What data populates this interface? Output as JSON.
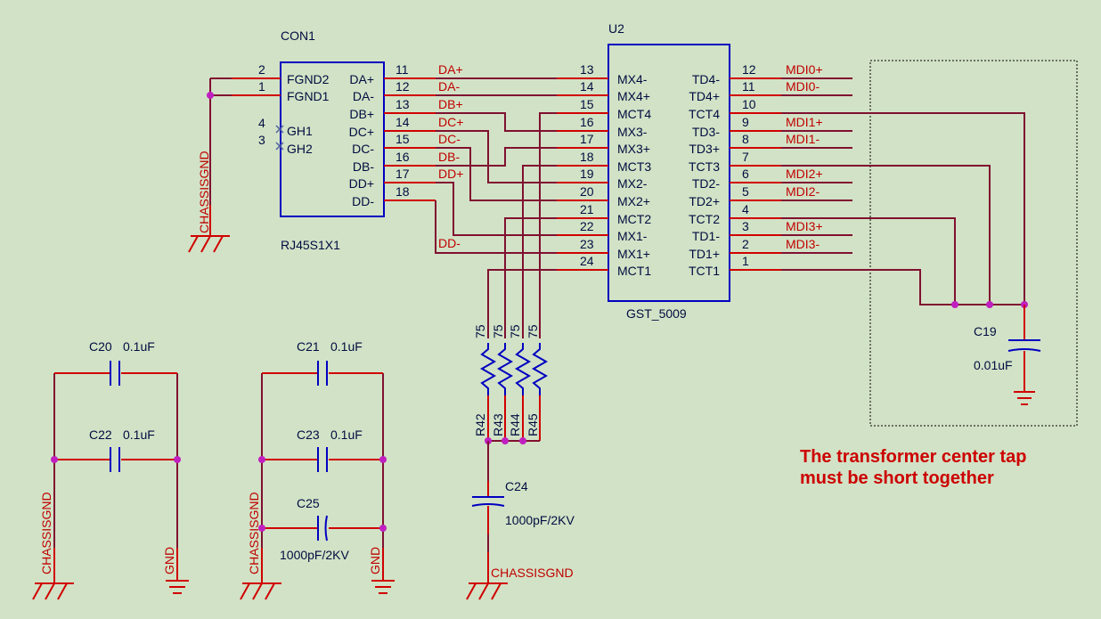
{
  "con1": {
    "designator": "CON1",
    "part": "RJ45S1X1",
    "pins": [
      {
        "num": "2",
        "name": "FGND2"
      },
      {
        "num": "1",
        "name": "FGND1"
      },
      {
        "num": "4",
        "name": "GH1"
      },
      {
        "num": "3",
        "name": "GH2"
      },
      {
        "num": "11",
        "name": "DA+",
        "net": "DA+"
      },
      {
        "num": "12",
        "name": "DA-",
        "net": "DA-"
      },
      {
        "num": "13",
        "name": "DB+",
        "net": "DB+"
      },
      {
        "num": "14",
        "name": "DC+",
        "net": "DC+"
      },
      {
        "num": "15",
        "name": "DC-",
        "net": "DC-"
      },
      {
        "num": "16",
        "name": "DB-",
        "net": "DB-"
      },
      {
        "num": "17",
        "name": "DD+",
        "net": "DD+"
      },
      {
        "num": "18",
        "name": "DD-",
        "net": "DD-"
      }
    ]
  },
  "u2": {
    "designator": "U2",
    "part": "GST_5009",
    "left_pins": [
      {
        "num": "13",
        "name": "MX4-"
      },
      {
        "num": "14",
        "name": "MX4+"
      },
      {
        "num": "15",
        "name": "MCT4"
      },
      {
        "num": "16",
        "name": "MX3-"
      },
      {
        "num": "17",
        "name": "MX3+"
      },
      {
        "num": "18",
        "name": "MCT3"
      },
      {
        "num": "19",
        "name": "MX2-"
      },
      {
        "num": "20",
        "name": "MX2+"
      },
      {
        "num": "21",
        "name": "MCT2"
      },
      {
        "num": "22",
        "name": "MX1-"
      },
      {
        "num": "23",
        "name": "MX1+"
      },
      {
        "num": "24",
        "name": "MCT1"
      }
    ],
    "right_pins": [
      {
        "num": "12",
        "name": "TD4-",
        "net": "MDI0+"
      },
      {
        "num": "11",
        "name": "TD4+",
        "net": "MDI0-"
      },
      {
        "num": "10",
        "name": "TCT4",
        "net": "MDI1+"
      },
      {
        "num": "9",
        "name": "TD3-",
        "net": "MDI1-"
      },
      {
        "num": "8",
        "name": "TD3+",
        "net": ""
      },
      {
        "num": "7",
        "name": "TCT3",
        "net": "MDI2+"
      },
      {
        "num": "6",
        "name": "TD2-",
        "net": "MDI2-"
      },
      {
        "num": "5",
        "name": "TD2+",
        "net": ""
      },
      {
        "num": "4",
        "name": "TCT2",
        "net": "MDI3+"
      },
      {
        "num": "3",
        "name": "TD1-",
        "net": "MDI3-"
      },
      {
        "num": "2",
        "name": "TD1+",
        "net": ""
      },
      {
        "num": "1",
        "name": "TCT1",
        "net": ""
      }
    ]
  },
  "resistors": [
    {
      "designator": "R42",
      "value": "75"
    },
    {
      "designator": "R43",
      "value": "75"
    },
    {
      "designator": "R44",
      "value": "75"
    },
    {
      "designator": "R45",
      "value": "75"
    }
  ],
  "capacitors": [
    {
      "designator": "C19",
      "value": "0.01uF"
    },
    {
      "designator": "C20",
      "value": "0.1uF"
    },
    {
      "designator": "C21",
      "value": "0.1uF"
    },
    {
      "designator": "C22",
      "value": "0.1uF"
    },
    {
      "designator": "C23",
      "value": "0.1uF"
    },
    {
      "designator": "C24",
      "value": "1000pF/2KV"
    },
    {
      "designator": "C25",
      "value": "1000pF/2KV"
    }
  ],
  "power": {
    "chassis": "CHASSISGND",
    "gnd": "GND"
  },
  "note": {
    "line1": "The transformer center tap",
    "line2": "must be short together"
  },
  "colors": {
    "background": "#d2e2c6",
    "wire": "#801030",
    "pin": "#d00000",
    "component": "#0000c0",
    "net_label": "#c00000",
    "junction": "#c020c0"
  }
}
